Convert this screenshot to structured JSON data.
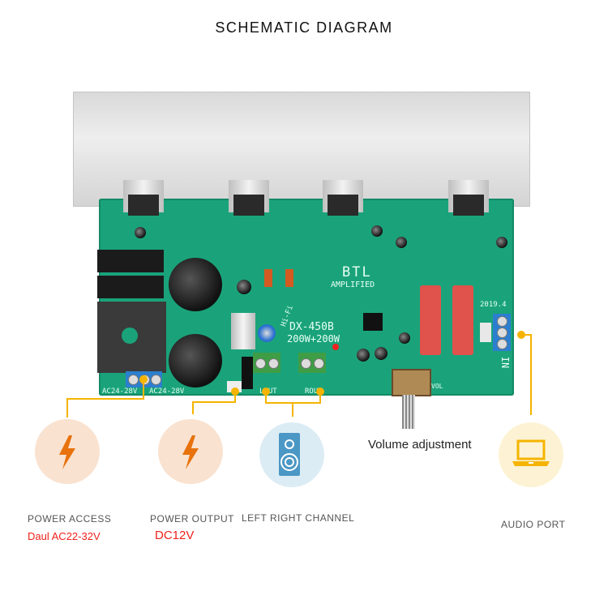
{
  "title": "SCHEMATIC DIAGRAM",
  "board": {
    "brand_text": "BTL",
    "brand_sub": "AMPLIFIED",
    "model": "DX-450B",
    "power_rating": "200W+200W",
    "ac_label_left": "AC24-28V",
    "ac_label_right": "AC24-28V",
    "lout_label": "LOUT",
    "rout_label": "ROUT",
    "in_label": "IN",
    "date_label": "2019.4",
    "vol_label": "VOL",
    "hifi_label": "Hi-Fi"
  },
  "callouts": [
    {
      "label": "POWER ACCESS",
      "value": "Daul AC22-32V",
      "icon": "lightning-icon"
    },
    {
      "label": "POWER OUTPUT",
      "value": "DC12V",
      "icon": "lightning-icon"
    },
    {
      "label": "LEFT RIGHT CHANNEL",
      "icon": "speaker-icon"
    },
    {
      "label": "Volume adjustment",
      "icon": "potentiometer-knob"
    },
    {
      "label": "AUDIO PORT",
      "icon": "laptop-icon"
    }
  ],
  "colors": {
    "callout_line": "#f5b400",
    "value_text": "#f0211b",
    "pcb": "#1aa37a"
  }
}
